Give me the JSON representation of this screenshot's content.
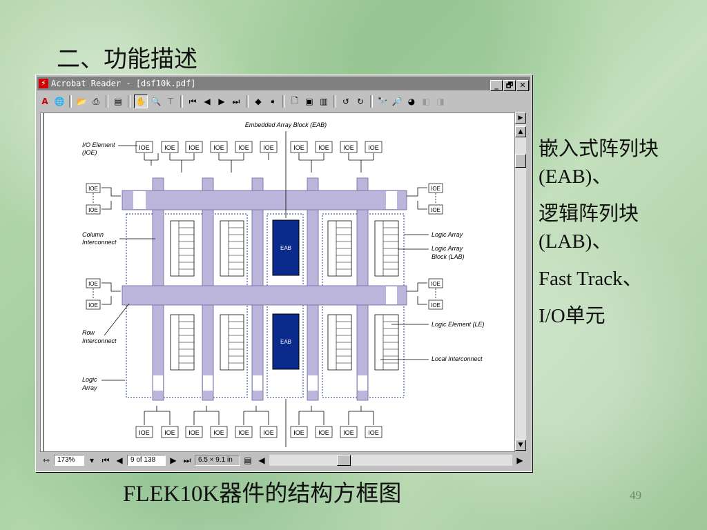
{
  "slide": {
    "title": "二、功能描述",
    "bullets": [
      "嵌入式阵列块(EAB)、",
      "逻辑阵列块(LAB)、",
      "Fast Track、",
      "I/O单元"
    ],
    "caption": "FLEK10K器件的结构方框图",
    "page_number": "49"
  },
  "window": {
    "title": "Acrobat Reader - [dsf10k.pdf]",
    "buttons": {
      "minimize": "_",
      "restore": "🗗",
      "close": "✕"
    }
  },
  "toolbar": {
    "icons": [
      "acrobat-icon",
      "web-icon",
      "open-icon",
      "print-icon",
      "page-only-icon",
      "hand-tool-icon",
      "zoom-tool-icon",
      "text-select-icon",
      "first-page-icon",
      "prev-page-icon",
      "next-page-icon",
      "last-page-icon",
      "go-back-icon",
      "go-forward-icon",
      "actual-size-icon",
      "fit-page-icon",
      "fit-width-icon",
      "rotate-left-icon",
      "rotate-right-icon",
      "find-icon",
      "find-again-icon",
      "web-link-icon",
      "prev-doc-icon",
      "next-doc-icon"
    ]
  },
  "status": {
    "zoom": "173%",
    "page": "9 of 138",
    "page_size": "6.5 × 9.1 in"
  },
  "diagram": {
    "top_label": "Embedded Array Block (EAB)",
    "ioe": "IOE",
    "eab": "EAB",
    "labels": {
      "io_element": "I/O Element",
      "io_element2": "(IOE)",
      "column": "Column",
      "column2": "Interconnect",
      "row": "Row",
      "row2": "Interconnect",
      "logic": "Logic",
      "logic2": "Array",
      "logic_array": "Logic Array",
      "lab": "Logic Array",
      "lab2": "Block (LAB)",
      "le": "Logic Element (LE)",
      "local": "Local Interconnect"
    }
  }
}
